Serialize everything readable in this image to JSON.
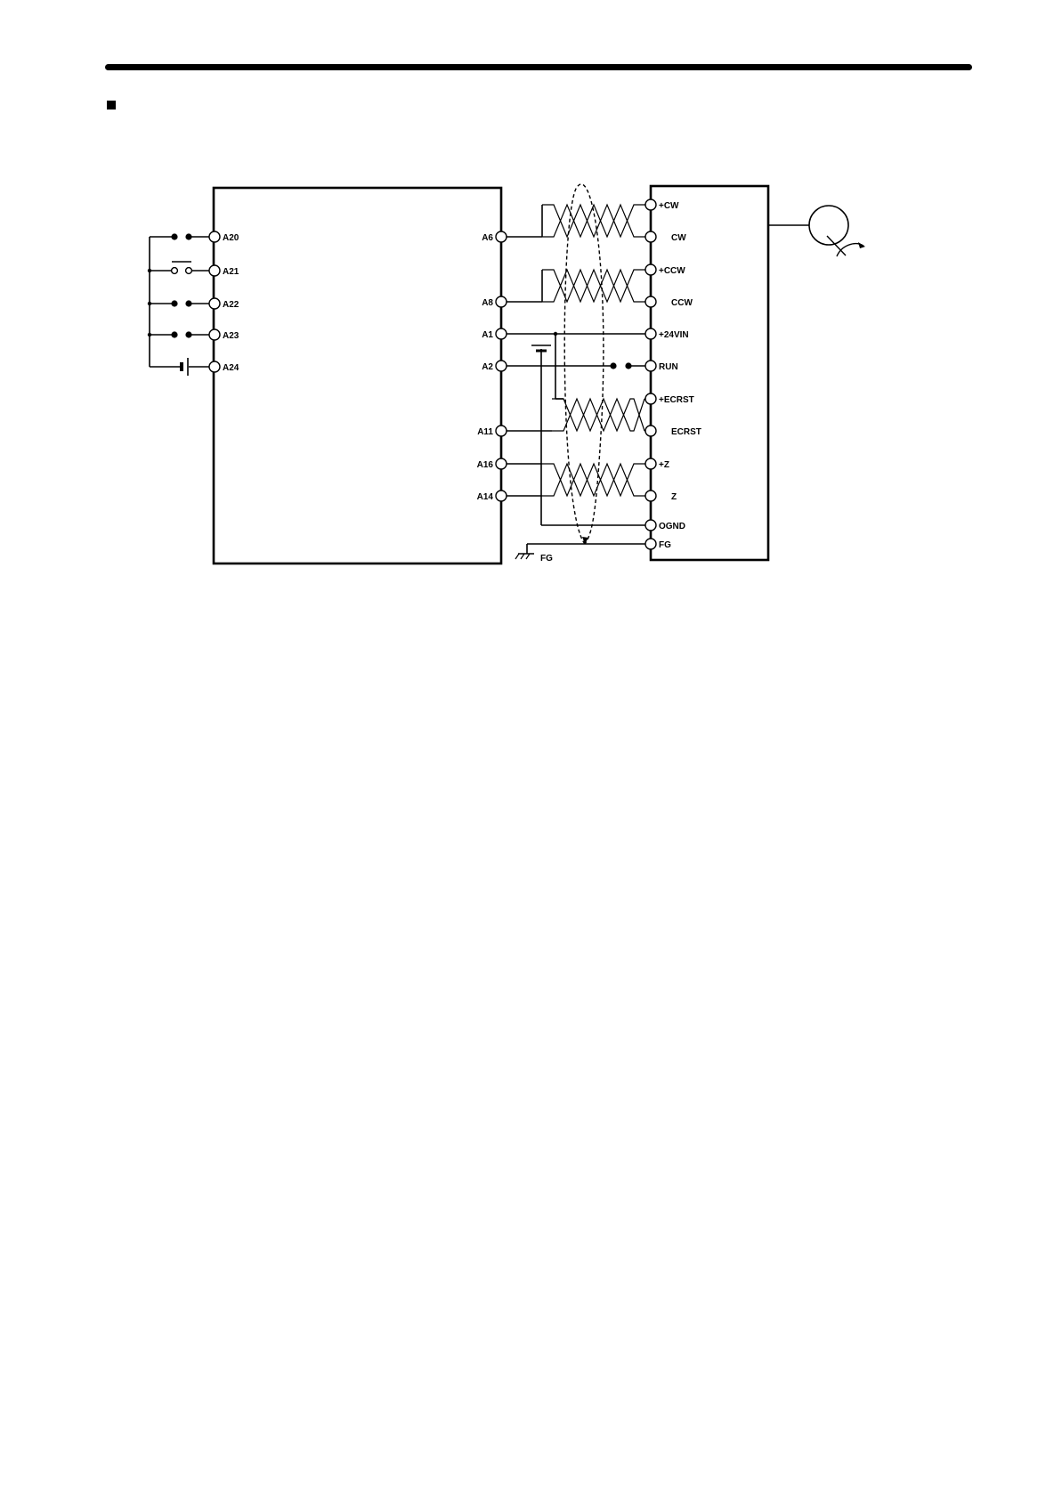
{
  "controller": {
    "input_terminals": [
      "A20",
      "A21",
      "A22",
      "A23",
      "A24"
    ],
    "output_terminals": [
      "A6",
      "A8",
      "A1",
      "A2",
      "A11",
      "A16",
      "A14"
    ]
  },
  "driver": {
    "terminals": [
      "+CW",
      "CW",
      "+CCW",
      "CCW",
      "+24VIN",
      "RUN",
      "+ECRST",
      "ECRST",
      "+Z",
      "Z",
      "OGND",
      "FG"
    ]
  },
  "ground_label": "FG"
}
